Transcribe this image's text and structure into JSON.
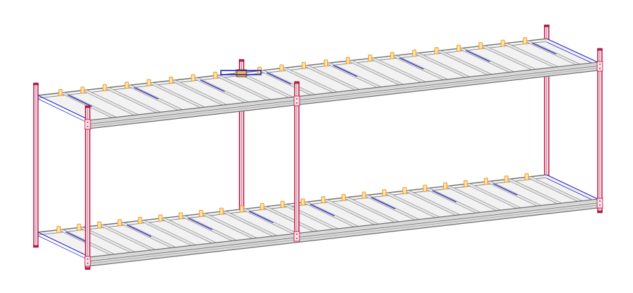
{
  "drawing": {
    "subject": "",
    "colors": {
      "background": "#ffffff",
      "post": "#c8174a",
      "post_edge": "#7a0f2c",
      "rail": "#6f6f6f",
      "rail_light": "#d9d9d9",
      "slat": "#8c8c8c",
      "slat_fill": "#f2f2f2",
      "bracket": "#f0a020",
      "tie": "#2020c8"
    },
    "counts": {
      "upper_slats": 22,
      "lower_slats": 24,
      "posts": 6
    }
  }
}
